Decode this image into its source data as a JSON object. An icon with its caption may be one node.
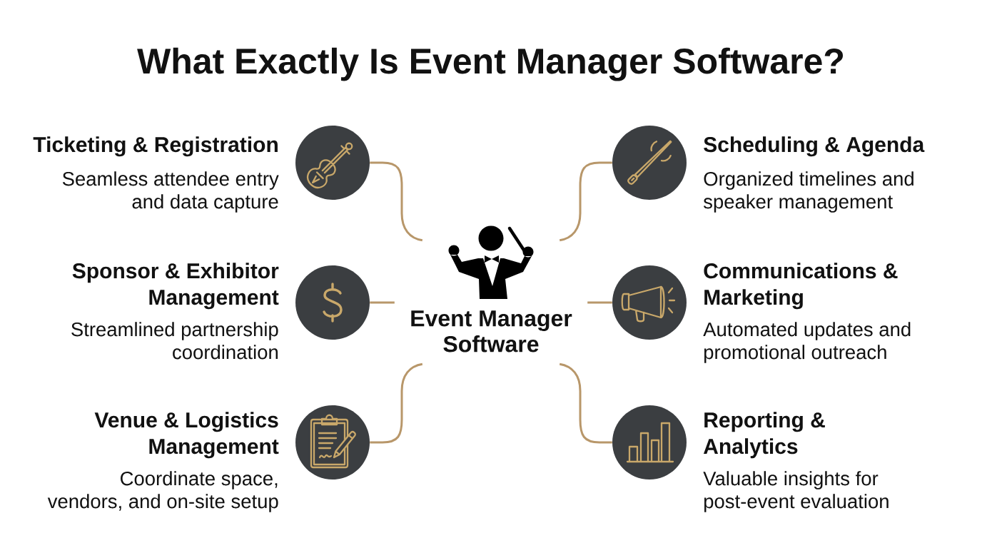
{
  "diagram": {
    "title": "What Exactly Is Event Manager Software?",
    "nodes": [
      {
        "text": [
          "Event Manager Software"
        ]
      },
      {
        "text": [],
        "shape": "circle",
        "beside": [
          "Ticketing & Registration",
          "Seamless attendee entry and data capture"
        ]
      },
      {
        "text": [],
        "shape": "circle",
        "beside": [
          "Scheduling & Agenda",
          "Organized timelines and speaker management"
        ]
      },
      {
        "text": [],
        "shape": "circle",
        "beside": [
          "Sponsor & Exhibitor Management",
          "Streamlined partnership coordination"
        ]
      },
      {
        "text": [],
        "shape": "circle",
        "beside": [
          "Communications & Marketing",
          "Automated updates and promotional outreach"
        ]
      },
      {
        "text": [],
        "shape": "circle",
        "beside": [
          "Venue & Logistics Management",
          "Coordinate space, vendors, and on-site setup"
        ]
      },
      {
        "text": [],
        "shape": "circle",
        "beside": [
          "Reporting & Analytics",
          "Valuable insights for post-event evaluation"
        ]
      }
    ],
    "edges": [
      {
        "from": 0,
        "to": 1,
        "arrow": "none"
      },
      {
        "from": 0,
        "to": 2,
        "arrow": "none"
      },
      {
        "from": 0,
        "to": 3,
        "arrow": "none"
      },
      {
        "from": 0,
        "to": 4,
        "arrow": "none"
      },
      {
        "from": 0,
        "to": 5,
        "arrow": "none"
      },
      {
        "from": 0,
        "to": 6,
        "arrow": "none"
      }
    ]
  }
}
